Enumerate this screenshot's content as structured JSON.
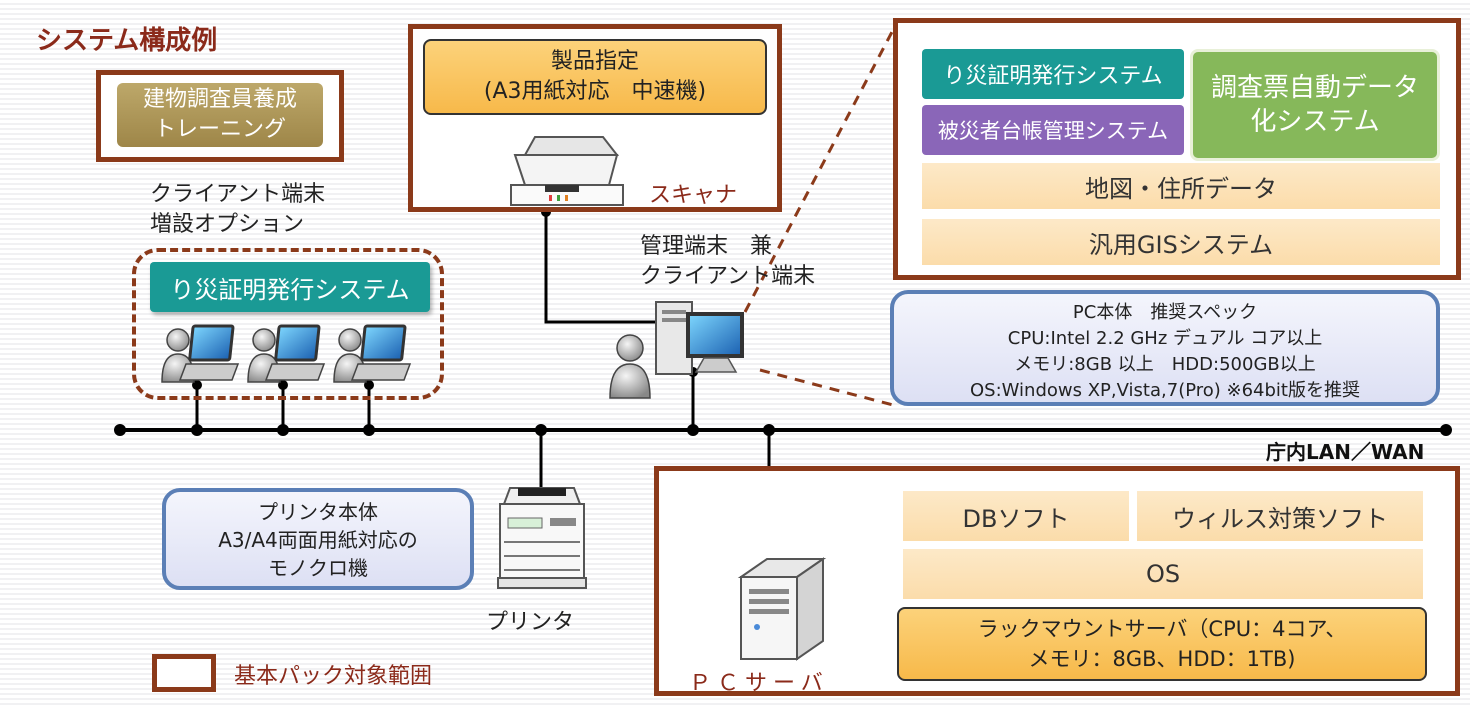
{
  "title": "システム構成例",
  "training": {
    "line1": "建物調査員養成",
    "line2": "トレーニング"
  },
  "client_option": {
    "line1": "クライアント端末",
    "line2": "増設オプション",
    "app": "り災証明発行システム"
  },
  "scanner": {
    "product_line1": "製品指定",
    "product_line2": "(A3用紙対応　中速機)",
    "label": "スキャナ"
  },
  "admin_terminal": {
    "line1": "管理端末　兼",
    "line2": "クライアント端末"
  },
  "software_stack": {
    "risai": "り災証明発行システム",
    "survey": "調査票自動データ化システム",
    "victim": "被災者台帳管理システム",
    "map": "地図・住所データ",
    "gis": "汎用GISシステム"
  },
  "pc_spec": {
    "title": "PC本体　推奨スペック",
    "cpu": "CPU:Intel 2.2 GHz デュアル コア以上",
    "mem": "メモリ:8GB 以上　HDD:500GB以上",
    "os": "OS:Windows XP,Vista,7(Pro) ※64bit版を推奨"
  },
  "network": {
    "label": "庁内LAN／WAN"
  },
  "printer": {
    "line1": "プリンタ本体",
    "line2": "A3/A4両面用紙対応の",
    "line3": "モノクロ機",
    "label": "プリンタ"
  },
  "server": {
    "db": "DBソフト",
    "virus": "ウィルス対策ソフト",
    "os": "OS",
    "rack_line1": "ラックマウントサーバ（CPU：4コア、",
    "rack_line2": "メモリ：8GB、HDD：1TB)",
    "label": "ＰＣサーバ"
  },
  "legend": {
    "label": "基本パック対象範囲"
  },
  "colors": {
    "frame": "#8b3a1a",
    "teal": "#1a9a95",
    "green": "#86b85a",
    "purple": "#8a66b8",
    "peach": "#fbe0b4",
    "orange": "#fbc45e",
    "gold": "#a68e52",
    "title": "#8b2a1a"
  }
}
